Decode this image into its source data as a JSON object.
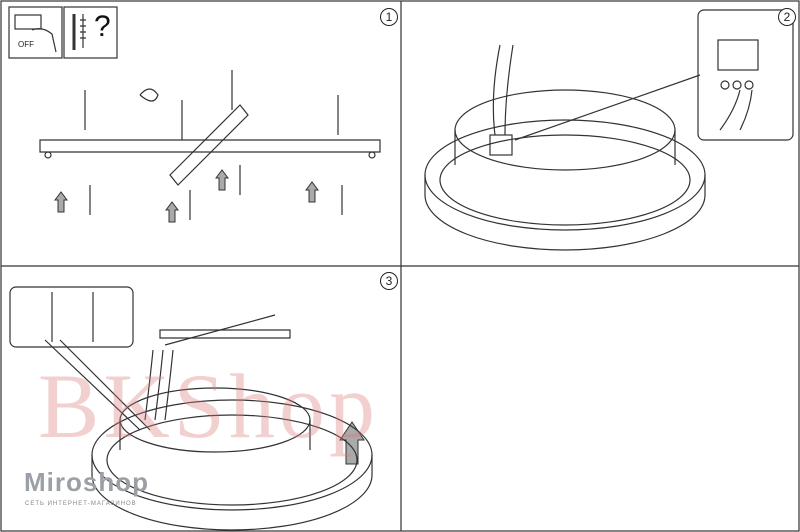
{
  "steps": [
    {
      "number": "1",
      "description_icons": [
        "power-off-icon",
        "screw-anchor-icon"
      ]
    },
    {
      "number": "2"
    },
    {
      "number": "3"
    },
    {
      "number": ""
    }
  ],
  "power_icon_label": "OFF",
  "question_mark": "?",
  "watermark": "BKShop",
  "logo": {
    "name": "Miroshop",
    "tagline": "СЕТЬ ИНТЕРНЕТ-МАГАЗИНОВ"
  },
  "colors": {
    "line": "#222222",
    "arrow_fill": "#aaaaaa",
    "watermark": "#dc7878"
  }
}
